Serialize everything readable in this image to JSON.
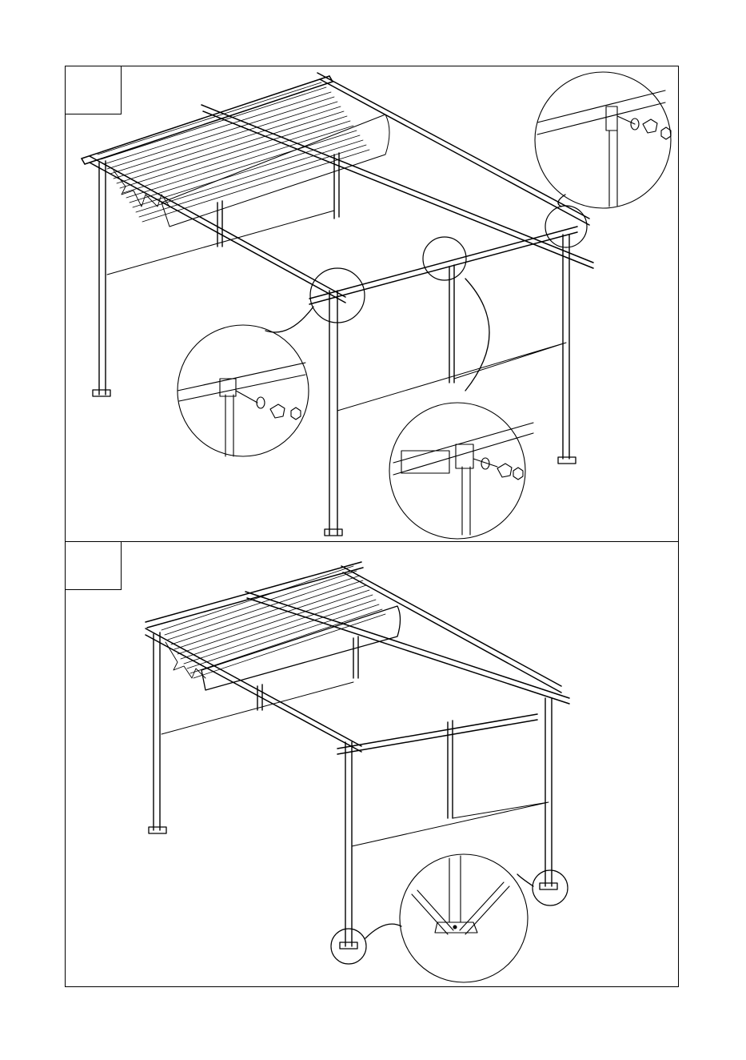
{
  "document": {
    "kind": "assembly-instruction-page"
  },
  "steps": [
    {
      "id": "step-1",
      "number": "",
      "detail_callouts": 3
    },
    {
      "id": "step-2",
      "number": "",
      "detail_callouts": 1
    }
  ],
  "colors": {
    "line": "#000000",
    "background": "#ffffff"
  },
  "icons": [
    "pergola-frame-drawing",
    "bolt-washer-nut-detail-icon",
    "ground-anchor-stake-icon"
  ]
}
